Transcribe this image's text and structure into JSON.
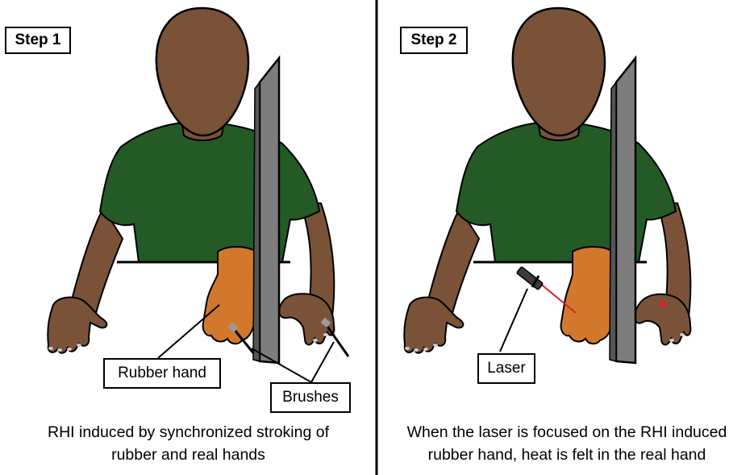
{
  "panel1": {
    "step_label": "Step 1",
    "callout_rubber_hand": "Rubber hand",
    "callout_brushes": "Brushes",
    "caption_line1": "RHI induced by synchronized stroking of",
    "caption_line2": "rubber and real hands"
  },
  "panel2": {
    "step_label": "Step 2",
    "callout_laser": "Laser",
    "caption_line1": "When the laser is focused on the RHI induced",
    "caption_line2": "rubber hand, heat is felt in the real hand"
  },
  "colors": {
    "skin": "#7a5238",
    "shirt": "#245a26",
    "rubber_hand": "#d2782c",
    "screen": "#7d7d7d",
    "laser_beam": "#e0202a"
  }
}
